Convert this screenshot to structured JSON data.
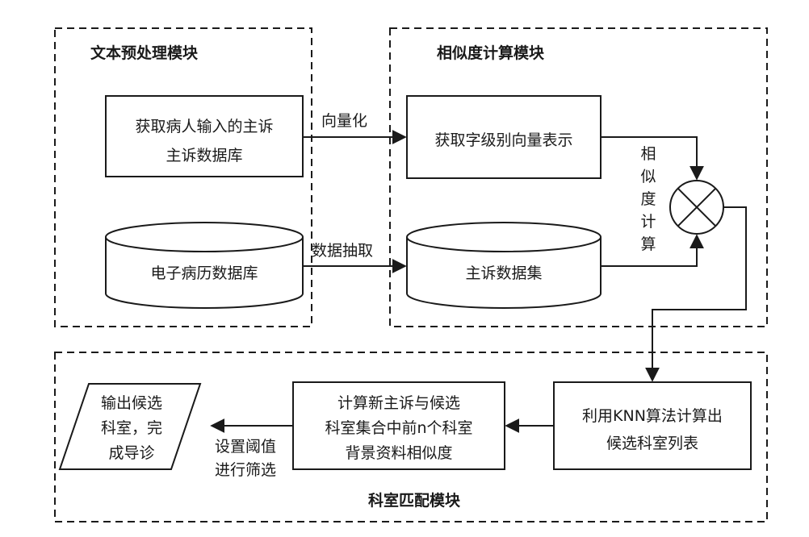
{
  "modules": {
    "preprocess": {
      "title": "文本预处理模块",
      "complaint_box": [
        "获取病人输入的主诉",
        "主诉数据库"
      ],
      "emr_db": "电子病历数据库"
    },
    "similarity": {
      "title": "相似度计算模块",
      "char_vector_box": "获取字级别向量表示",
      "complaint_dataset": "主诉数据集",
      "vertical_label": [
        "相",
        "似",
        "度",
        "计",
        "算"
      ]
    },
    "matching": {
      "title": "科室匹配模块",
      "knn_box": [
        "利用KNN算法计算出",
        "候选科室列表"
      ],
      "compute_box": [
        "计算新主诉与候选",
        "科室集合中前n个科室",
        "背景资料相似度"
      ],
      "output_box": [
        "输出候选",
        "科室，完",
        "成导诊"
      ],
      "threshold_label": [
        "设置阈值",
        "进行筛选"
      ]
    }
  },
  "edges": {
    "vectorize": "向量化",
    "extract": "数据抽取"
  }
}
